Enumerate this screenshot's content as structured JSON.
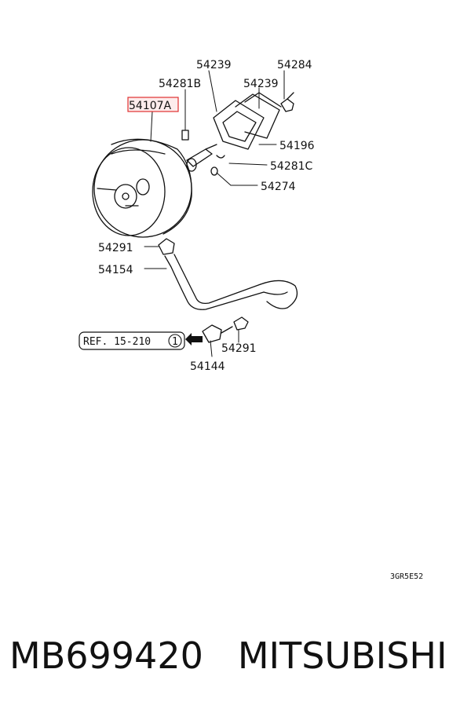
{
  "diagram": {
    "labels": {
      "p54239_left": "54239",
      "p54284": "54284",
      "p54281B": "54281B",
      "p54239_right": "54239",
      "p54107A": "54107A",
      "p54196": "54196",
      "p54281C": "54281C",
      "p54274": "54274",
      "p54291_upper": "54291",
      "p54154": "54154",
      "p54291_lower": "54291",
      "p54144": "54144"
    },
    "reference": {
      "text": "REF. 15-210",
      "circled": "1"
    },
    "drawing_code": "3GR5E52",
    "highlight_color": "#e03030"
  },
  "footer": {
    "part_number": "MB699420",
    "brand": "MITSUBISHI"
  }
}
